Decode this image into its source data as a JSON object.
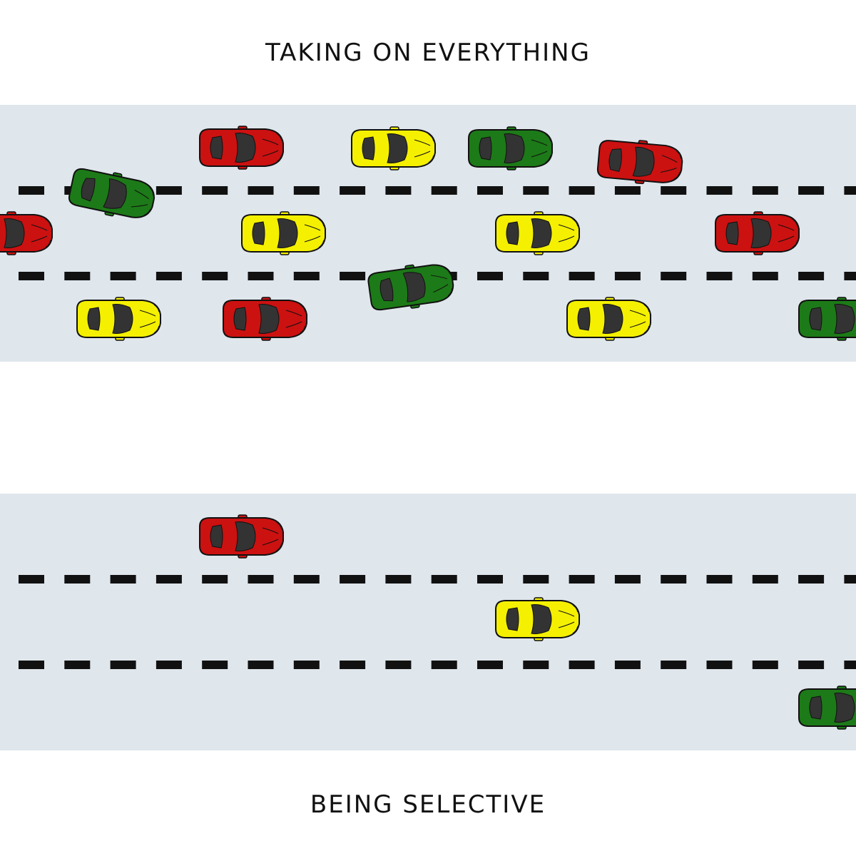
{
  "captions": {
    "top": "TAKING ON EVERYTHING",
    "bottom": "BEING SELECTIVE"
  },
  "colors": {
    "road": "#dfe6ec",
    "lane_marking": "#111111",
    "car_red": "#cc1111",
    "car_yellow": "#f5f000",
    "car_green": "#1d7a18",
    "windshield": "#333333"
  },
  "scenes": [
    {
      "name": "taking-on-everything",
      "cars": [
        {
          "color": "red",
          "lane": 1
        },
        {
          "color": "yellow",
          "lane": 1
        },
        {
          "color": "green",
          "lane": 1
        },
        {
          "color": "red",
          "lane": 1
        },
        {
          "color": "green",
          "lane": 1
        },
        {
          "color": "red",
          "lane": 2
        },
        {
          "color": "yellow",
          "lane": 2
        },
        {
          "color": "yellow",
          "lane": 2
        },
        {
          "color": "red",
          "lane": 2
        },
        {
          "color": "green",
          "lane": 2
        },
        {
          "color": "yellow",
          "lane": 3
        },
        {
          "color": "red",
          "lane": 3
        },
        {
          "color": "yellow",
          "lane": 3
        },
        {
          "color": "green",
          "lane": 3
        }
      ]
    },
    {
      "name": "being-selective",
      "cars": [
        {
          "color": "red",
          "lane": 1
        },
        {
          "color": "yellow",
          "lane": 2
        },
        {
          "color": "green",
          "lane": 3
        }
      ]
    }
  ]
}
